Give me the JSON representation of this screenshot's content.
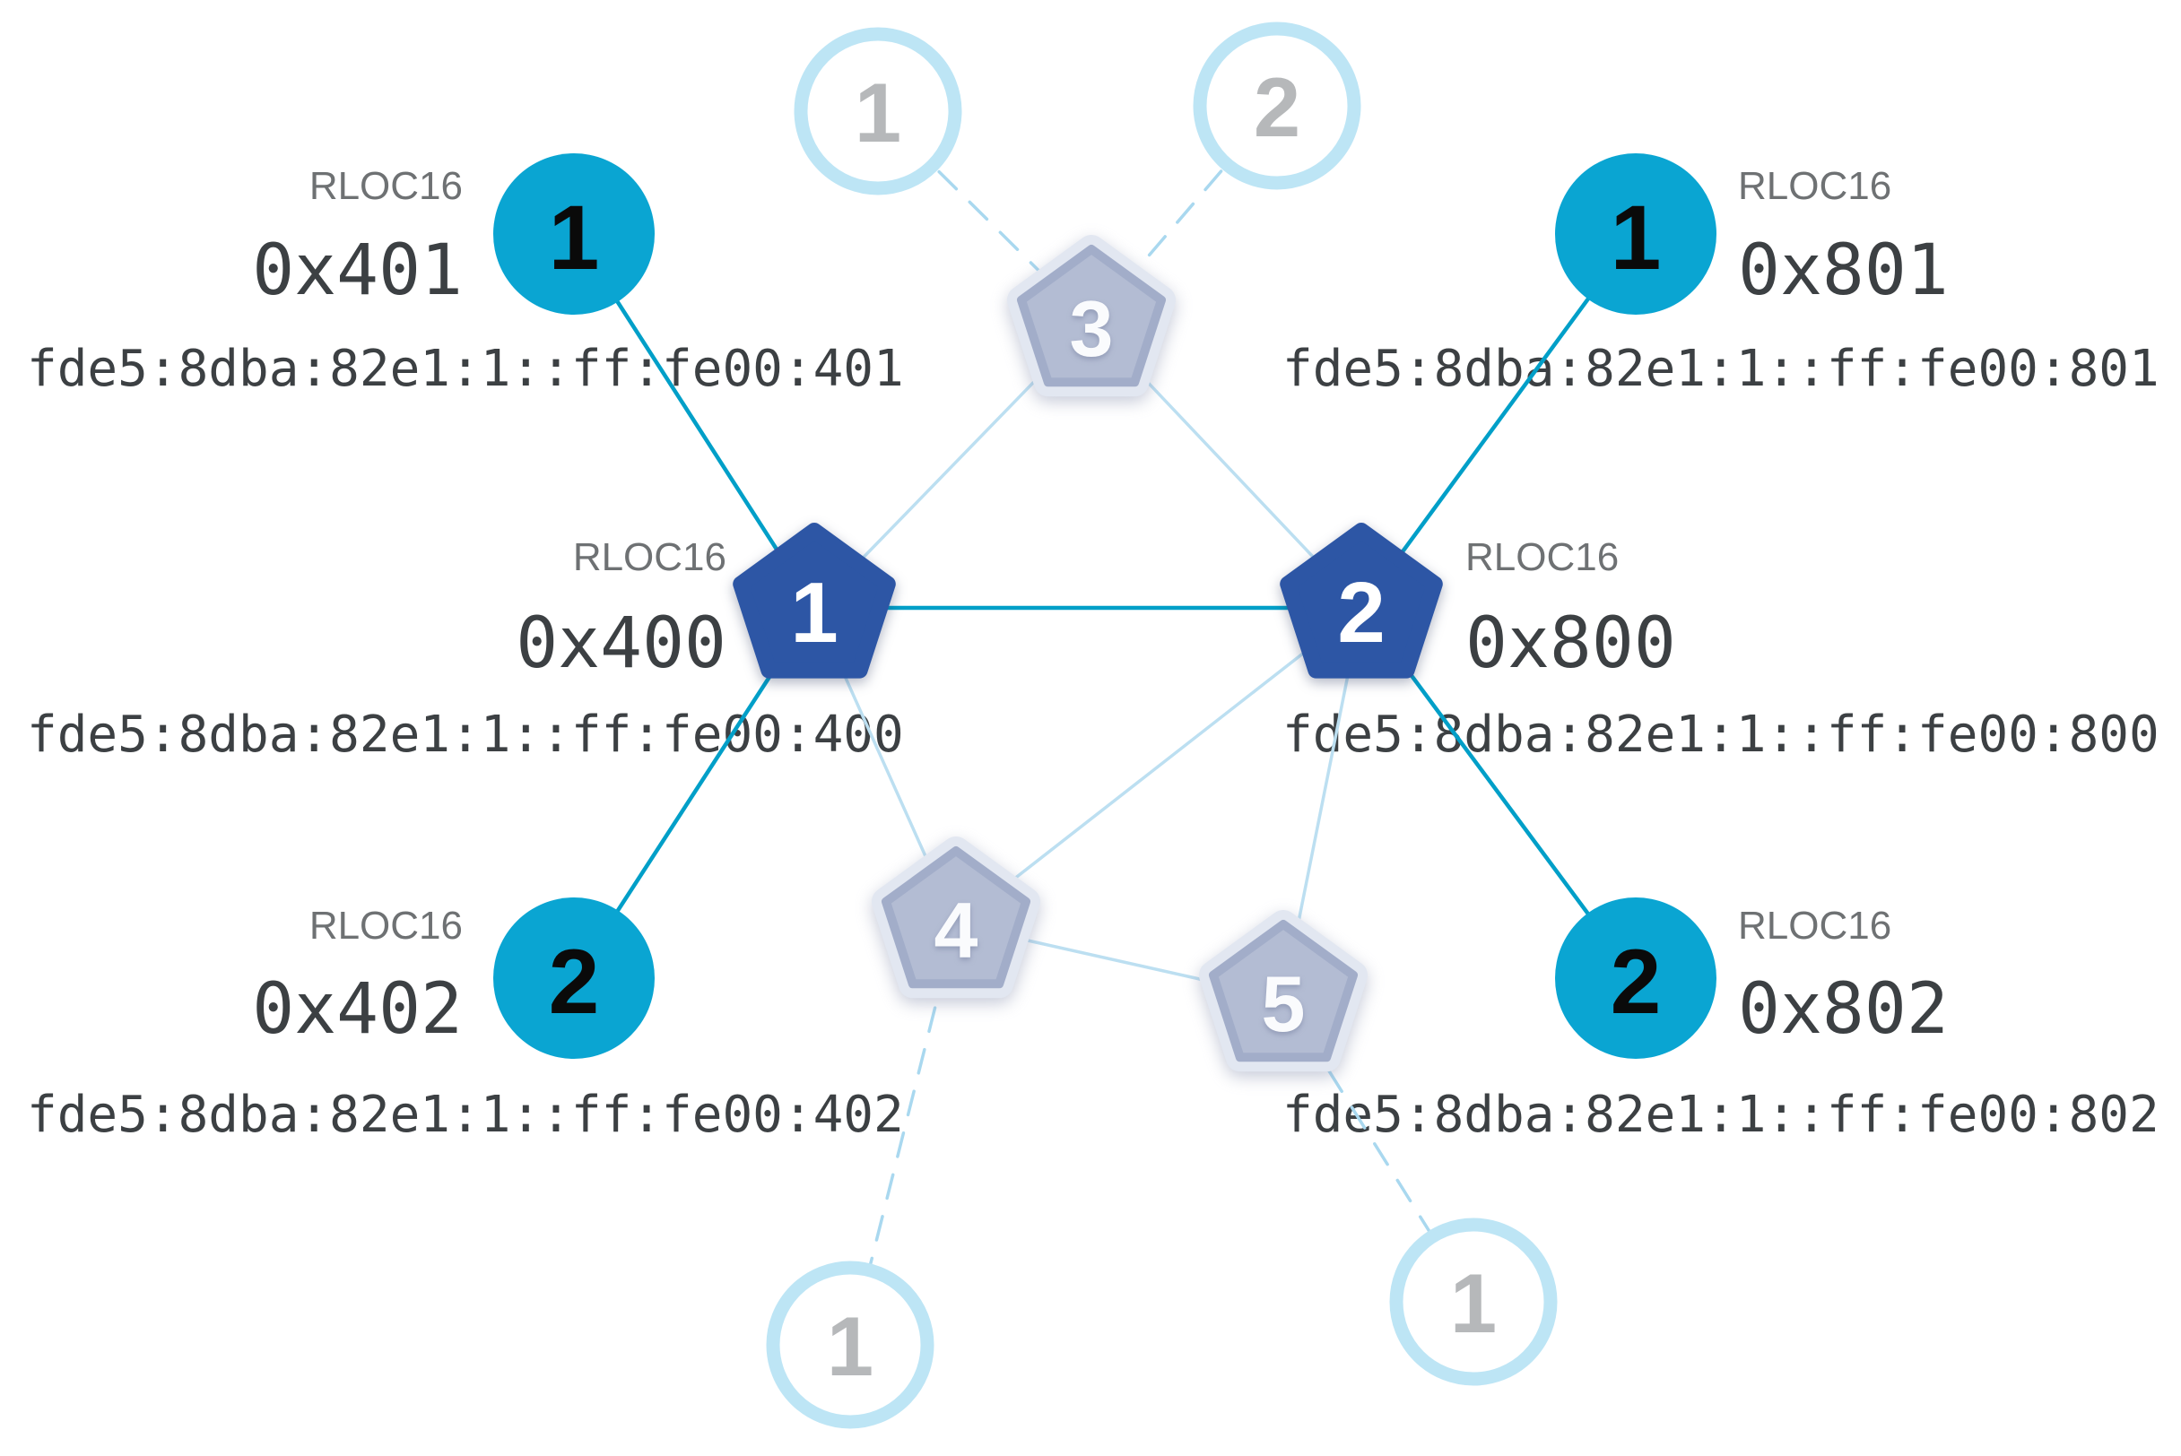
{
  "colors": {
    "active_link": "#009fc8",
    "mesh_link": "#bcdff1",
    "dashed_link": "#a9d8ef",
    "child_fill": "#0aa5d2",
    "router_fill": "#2d56a5",
    "inactive_fill": "#b3bcd3",
    "inactive_border": "#a2adc9",
    "inactive_halo": "#e2e7f1",
    "ring_border": "#bde5f5",
    "inactive_number": "#b6b8ba",
    "caption_gray": "#6e7173",
    "text_dark": "#3c4043",
    "number_black": "#0a0a0a",
    "number_white": "#fafbfd"
  },
  "nodes": {
    "router_1": {
      "number": "1",
      "rloc16_label": "RLOC16",
      "rloc16": "0x400",
      "ipv6": "fde5:8dba:82e1:1::ff:fe00:400"
    },
    "router_2": {
      "number": "2",
      "rloc16_label": "RLOC16",
      "rloc16": "0x800",
      "ipv6": "fde5:8dba:82e1:1::ff:fe00:800"
    },
    "router_3": {
      "number": "3"
    },
    "router_4": {
      "number": "4"
    },
    "router_5": {
      "number": "5"
    },
    "child_1_of_router_1": {
      "number": "1",
      "rloc16_label": "RLOC16",
      "rloc16": "0x401",
      "ipv6": "fde5:8dba:82e1:1::ff:fe00:401"
    },
    "child_2_of_router_1": {
      "number": "2",
      "rloc16_label": "RLOC16",
      "rloc16": "0x402",
      "ipv6": "fde5:8dba:82e1:1::ff:fe00:402"
    },
    "child_1_of_router_2": {
      "number": "1",
      "rloc16_label": "RLOC16",
      "rloc16": "0x801",
      "ipv6": "fde5:8dba:82e1:1::ff:fe00:801"
    },
    "child_2_of_router_2": {
      "number": "2",
      "rloc16_label": "RLOC16",
      "rloc16": "0x802",
      "ipv6": "fde5:8dba:82e1:1::ff:fe00:802"
    },
    "inactive_child_top_1": {
      "number": "1"
    },
    "inactive_child_top_2": {
      "number": "2"
    },
    "inactive_child_bottom_left": {
      "number": "1"
    },
    "inactive_child_bottom_right": {
      "number": "1"
    }
  },
  "links": [
    {
      "from": "child_1_of_router_1",
      "to": "router_1",
      "style": "active"
    },
    {
      "from": "child_2_of_router_1",
      "to": "router_1",
      "style": "active"
    },
    {
      "from": "router_1",
      "to": "router_2",
      "style": "active"
    },
    {
      "from": "child_1_of_router_2",
      "to": "router_2",
      "style": "active"
    },
    {
      "from": "child_2_of_router_2",
      "to": "router_2",
      "style": "active"
    },
    {
      "from": "router_1",
      "to": "router_3",
      "style": "mesh"
    },
    {
      "from": "router_2",
      "to": "router_3",
      "style": "mesh"
    },
    {
      "from": "router_1",
      "to": "router_4",
      "style": "mesh"
    },
    {
      "from": "router_2",
      "to": "router_4",
      "style": "mesh"
    },
    {
      "from": "router_4",
      "to": "router_5",
      "style": "mesh"
    },
    {
      "from": "router_2",
      "to": "router_5",
      "style": "mesh"
    },
    {
      "from": "inactive_child_top_1",
      "to": "router_3",
      "style": "dashed"
    },
    {
      "from": "inactive_child_top_2",
      "to": "router_3",
      "style": "dashed"
    },
    {
      "from": "router_4",
      "to": "inactive_child_bottom_left",
      "style": "dashed"
    },
    {
      "from": "router_5",
      "to": "inactive_child_bottom_right",
      "style": "dashed"
    }
  ]
}
